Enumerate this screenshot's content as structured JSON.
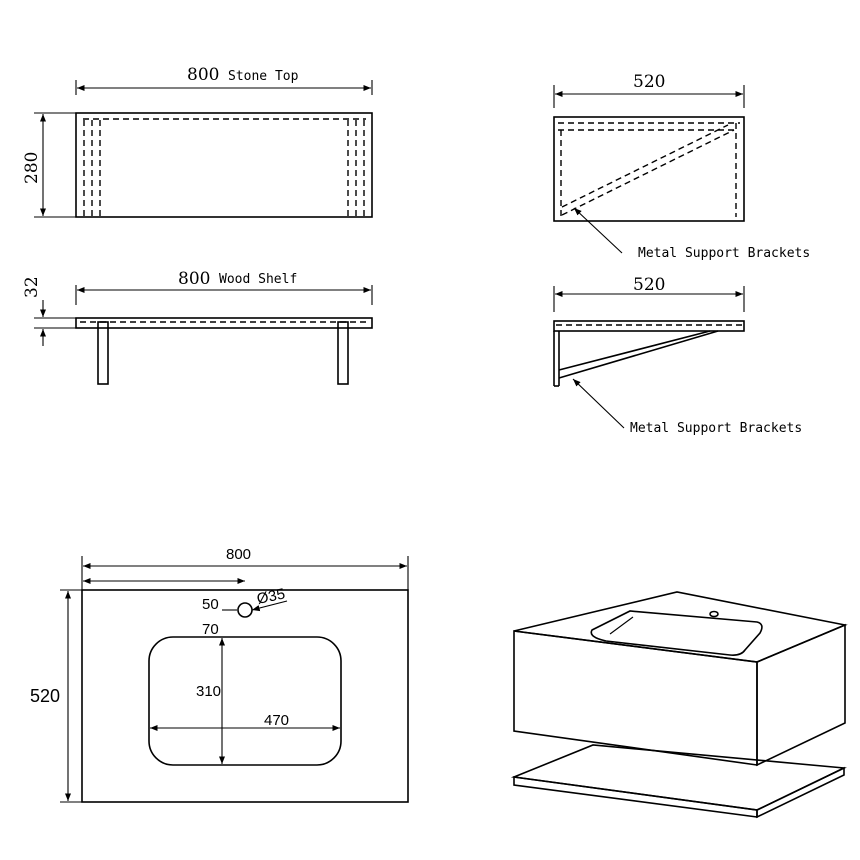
{
  "front_stone_top": {
    "width_value": "800",
    "width_label": "Stone Top",
    "height_value": "280"
  },
  "front_wood_shelf": {
    "width_value": "800",
    "width_label": "Wood Shelf",
    "height_value": "32"
  },
  "side_stone_top": {
    "width_value": "520",
    "callout": "Metal Support Brackets"
  },
  "side_wood_shelf": {
    "width_value": "520",
    "callout": "Metal Support Brackets"
  },
  "plan_view": {
    "overall_width": "800",
    "overall_depth": "520",
    "tap_hole_offset": "50",
    "tap_hole_diameter": "Ø35",
    "basin_setback": "70",
    "basin_depth": "310",
    "basin_width": "470"
  }
}
